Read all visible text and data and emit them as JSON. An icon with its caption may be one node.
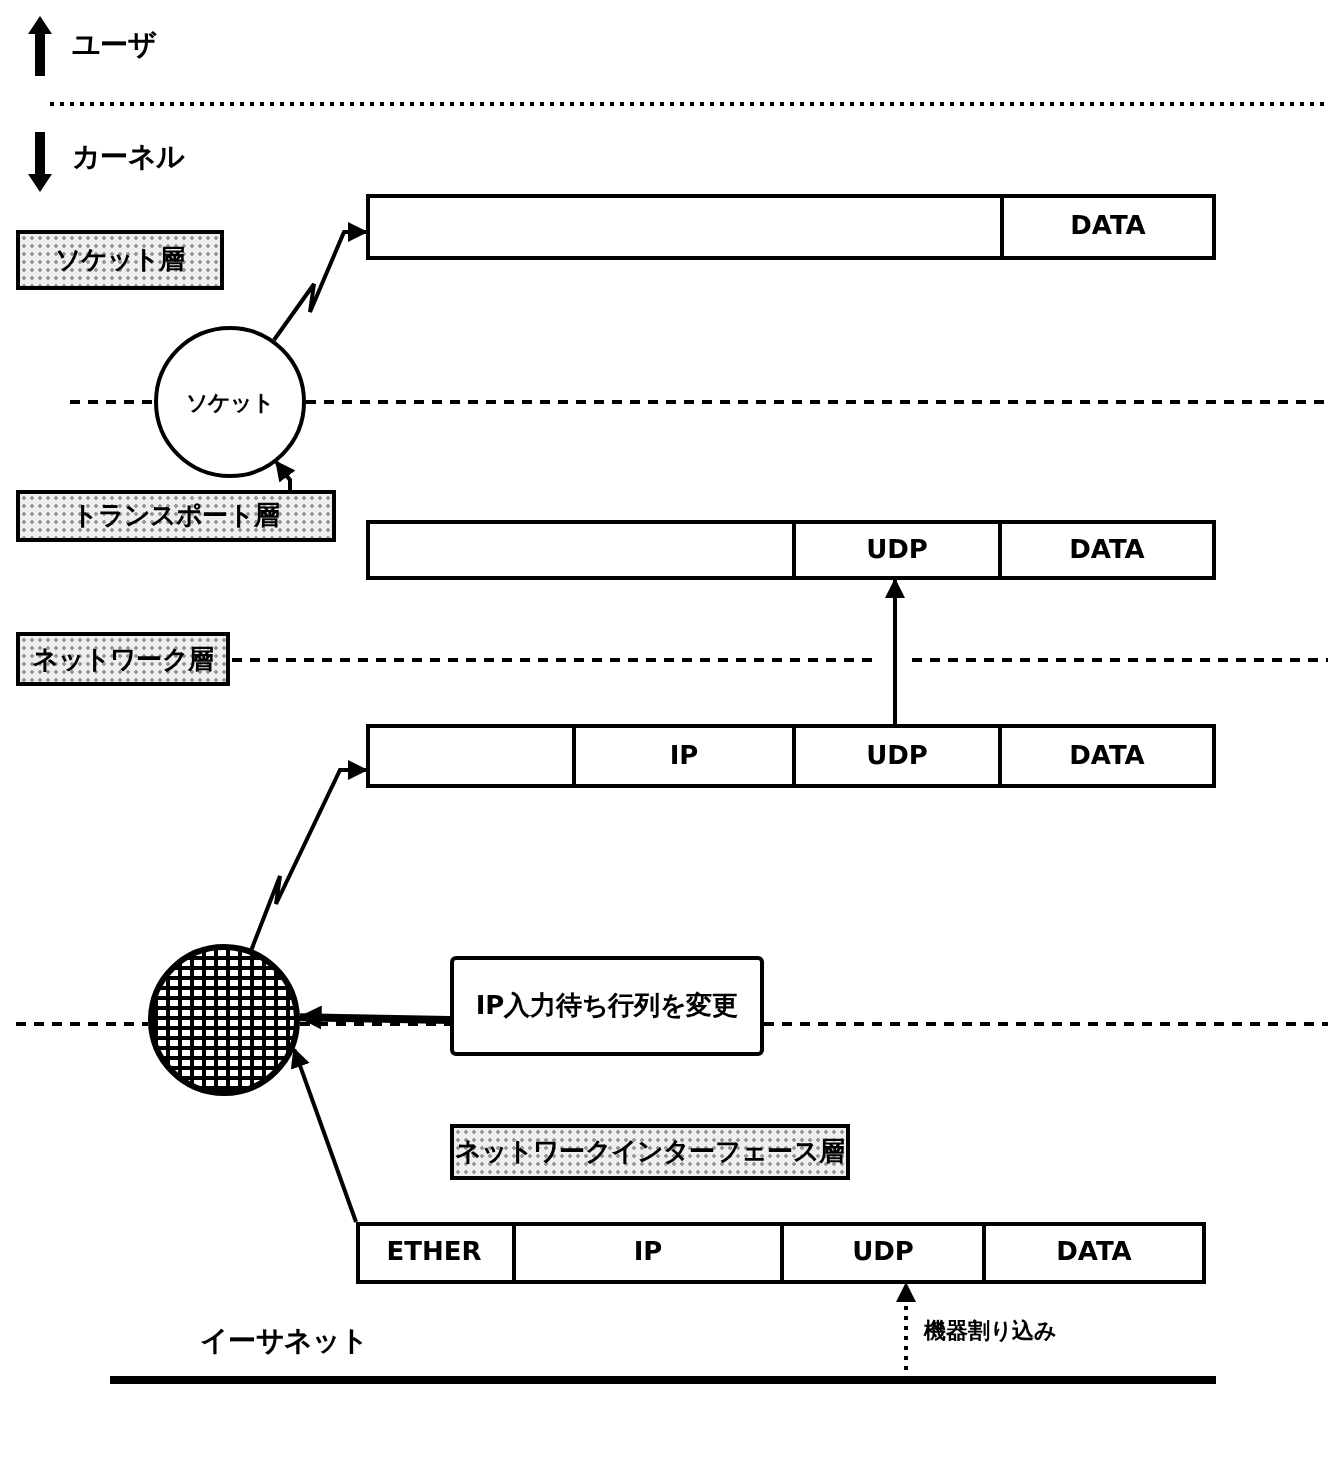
{
  "diagram": {
    "nodes": [
      {
        "text": [
          "ソケット層"
        ]
      },
      {
        "text": [],
        "shape": "bar"
      },
      {
        "text": [
          "DATA"
        ],
        "in": 1
      },
      {
        "text": [
          "ソケット"
        ]
      },
      {
        "text": [
          "トランスポート層"
        ]
      },
      {
        "text": [],
        "shape": "bar"
      },
      {
        "text": [
          "UDP"
        ],
        "in": 5
      },
      {
        "text": [
          "DATA"
        ],
        "in": 5
      },
      {
        "text": [
          "ネットワーク層"
        ]
      },
      {
        "text": [],
        "shape": "bar"
      },
      {
        "text": [
          "IP"
        ],
        "in": 9
      },
      {
        "text": [
          "UDP"
        ],
        "in": 9
      },
      {
        "text": [
          "DATA"
        ],
        "in": 9
      },
      {
        "text": [],
        "shape": "circle"
      },
      {
        "text": [
          "IP入力待ち行列を変更"
        ]
      },
      {
        "text": [
          "ネットワークインターフェース層"
        ]
      },
      {
        "text": [],
        "shape": "bar"
      },
      {
        "text": [
          "ETHER"
        ],
        "in": 16
      },
      {
        "text": [
          "IP"
        ],
        "in": 16
      },
      {
        "text": [
          "UDP"
        ],
        "in": 16
      },
      {
        "text": [
          "DATA"
        ],
        "in": 16
      }
    ],
    "edges": [
      {
        "from": 3,
        "to": 1,
        "arrow": "to"
      },
      {
        "from": 4,
        "to": 3,
        "arrow": "to"
      },
      {
        "from": 11,
        "to": 6,
        "arrow": "to"
      },
      {
        "from": 13,
        "to": 9,
        "arrow": "to"
      },
      {
        "from": 14,
        "to": 13,
        "arrow": "to",
        "style": "thick"
      },
      {
        "from": 16,
        "to": 13,
        "arrow": "to"
      },
      {
        "from": null,
        "to": 19,
        "arrow": "to",
        "style": "dashed",
        "label": "機器割り込み"
      }
    ],
    "labels": [
      "ユーザ",
      "カーネル",
      "イーサネット"
    ]
  }
}
